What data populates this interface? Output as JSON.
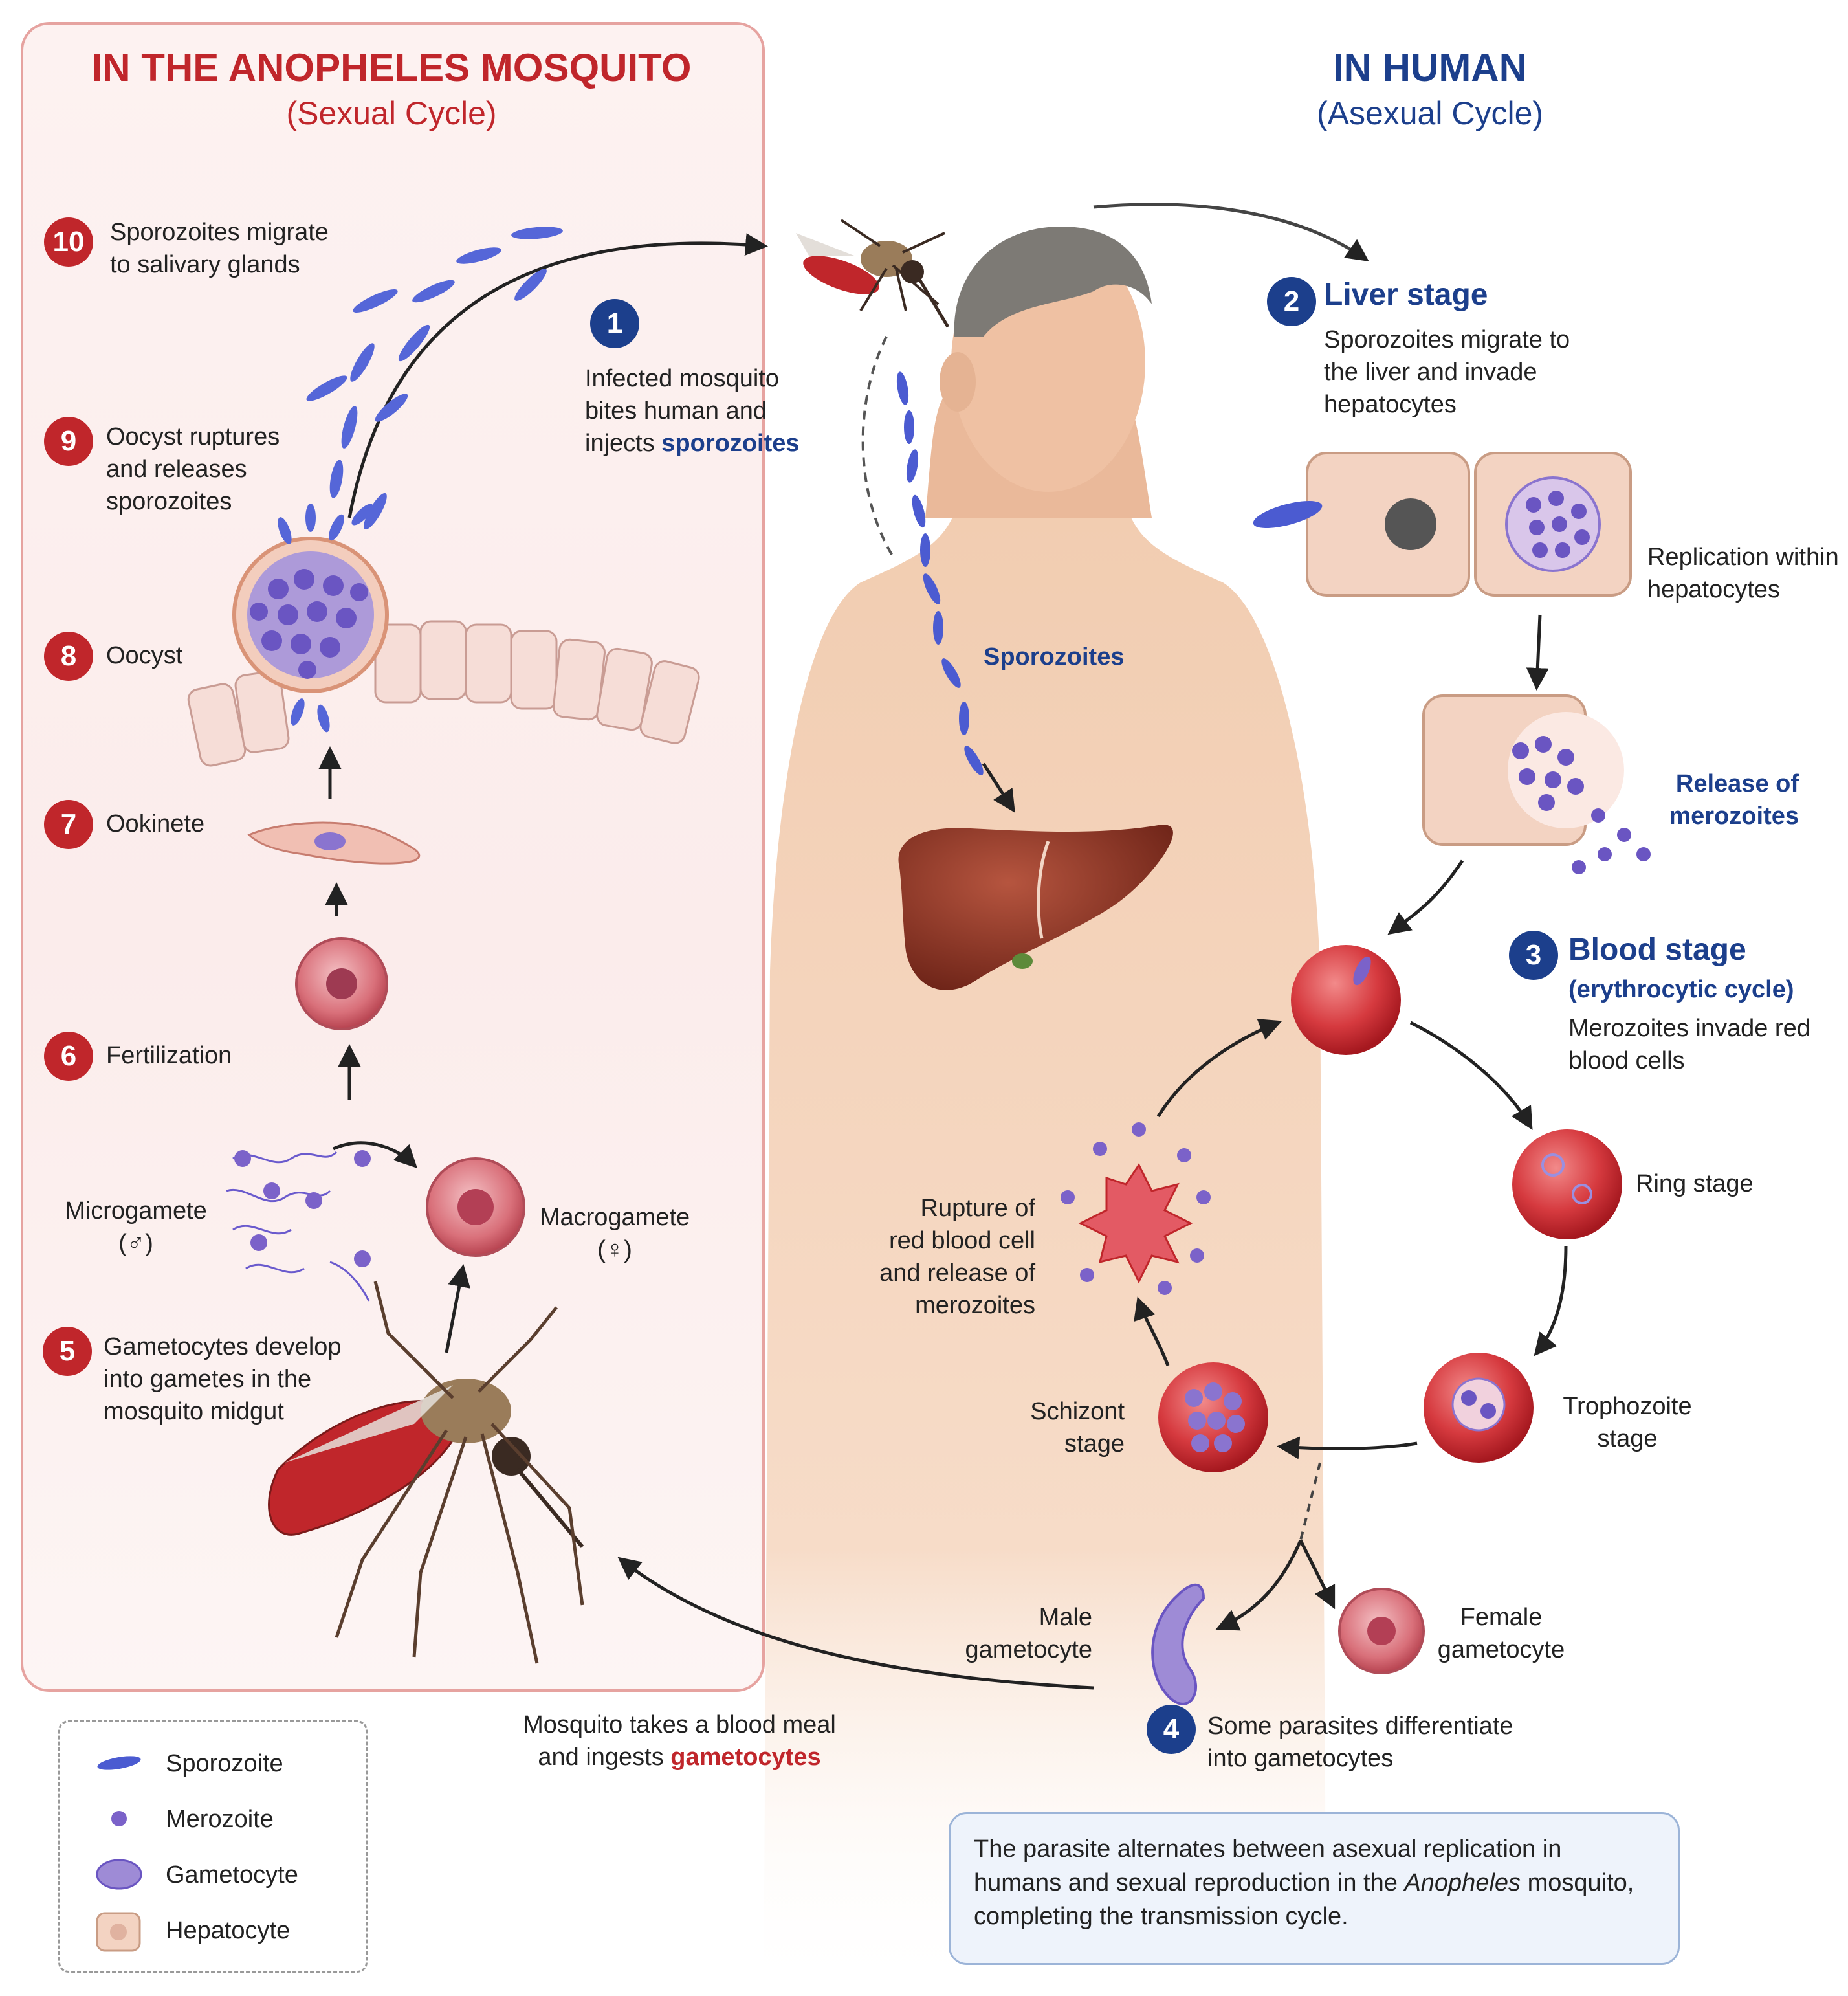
{
  "mosquito_cycle": {
    "title": "IN THE ANOPHELES MOSQUITO",
    "subtitle": "(Sexual Cycle)"
  },
  "human_cycle": {
    "title": "IN HUMAN",
    "subtitle": "(Asexual Cycle)"
  },
  "steps": {
    "s1": {
      "num": "1",
      "text_before": "Infected mosquito\nbites human and\ninjects ",
      "highlight": "sporozoites"
    },
    "s2": {
      "num": "2",
      "title": "Liver stage",
      "text": "Sporozoites migrate to\nthe liver and invade\nhepatocytes"
    },
    "s3": {
      "num": "3",
      "title": "Blood stage",
      "subtitle": "(erythrocytic cycle)",
      "text": "Merozoites invade red\nblood cells"
    },
    "s4": {
      "num": "4",
      "text": "Some parasites differentiate\ninto gametocytes"
    },
    "s5": {
      "num": "5",
      "text": "Gametocytes develop\ninto gametes in the\nmosquito midgut"
    },
    "s6": {
      "num": "6",
      "text": "Fertilization"
    },
    "s7": {
      "num": "7",
      "text": "Ookinete"
    },
    "s8": {
      "num": "8",
      "text": "Oocyst"
    },
    "s9": {
      "num": "9",
      "text": "Oocyst ruptures\nand releases\nsporozoites"
    },
    "s10": {
      "num": "10",
      "text": "Sporozoites migrate\nto salivary glands"
    }
  },
  "labels": {
    "sporozoites_body": "Sporozoites",
    "replication": "Replication within\nhepatocytes",
    "release_merozoites": "Release of\nmerozoites",
    "ring_stage": "Ring stage",
    "trophozoite": "Trophozoite\nstage",
    "schizont": "Schizont\nstage",
    "rupture": "Rupture of\nred blood cell\nand release of\nmerozoites",
    "male_gametocyte": "Male\ngametocyte",
    "female_gametocyte": "Female\ngametocyte",
    "microgamete": "Microgamete\n(♂)",
    "macrogamete": "Macrogamete\n(♀)",
    "blood_meal_before": "Mosquito takes a blood meal\nand ingests ",
    "blood_meal_highlight": "gametocytes"
  },
  "legend": {
    "items": [
      "Sporozoite",
      "Merozoite",
      "Gametocyte",
      "Hepatocyte"
    ]
  },
  "note": {
    "before": "The parasite alternates between asexual replication in humans and sexual reproduction in the ",
    "italic": "Anopheles",
    "after": " mosquito, completing the transmission cycle."
  },
  "colors": {
    "mosquito_accent": "#c0262b",
    "human_accent": "#1c3f8c",
    "panel_border": "#e6a3a0",
    "note_border": "#9cb4d8"
  }
}
